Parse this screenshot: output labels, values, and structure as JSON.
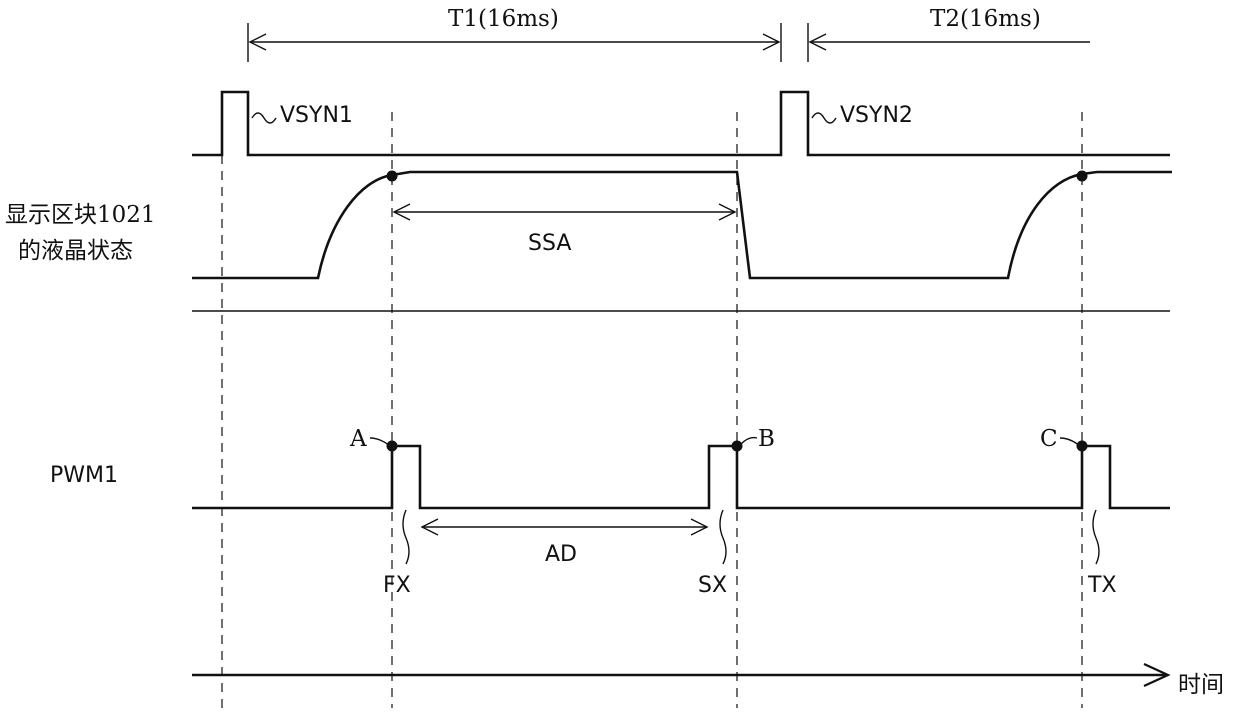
{
  "intervals": {
    "t1": "T1(16ms)",
    "t2": "T2(16ms)",
    "ssa": "SSA",
    "ad": "AD"
  },
  "signals": {
    "vsyn1": "VSYN1",
    "vsyn2": "VSYN2",
    "lc_state_line1": "显示区块1021",
    "lc_state_line2": "的液晶状态",
    "pwm1": "PWM1"
  },
  "points": {
    "a": "A",
    "b": "B",
    "c": "C"
  },
  "pulses": {
    "fx": "FX",
    "sx": "SX",
    "tx": "TX"
  },
  "axis": {
    "time": "时间"
  }
}
